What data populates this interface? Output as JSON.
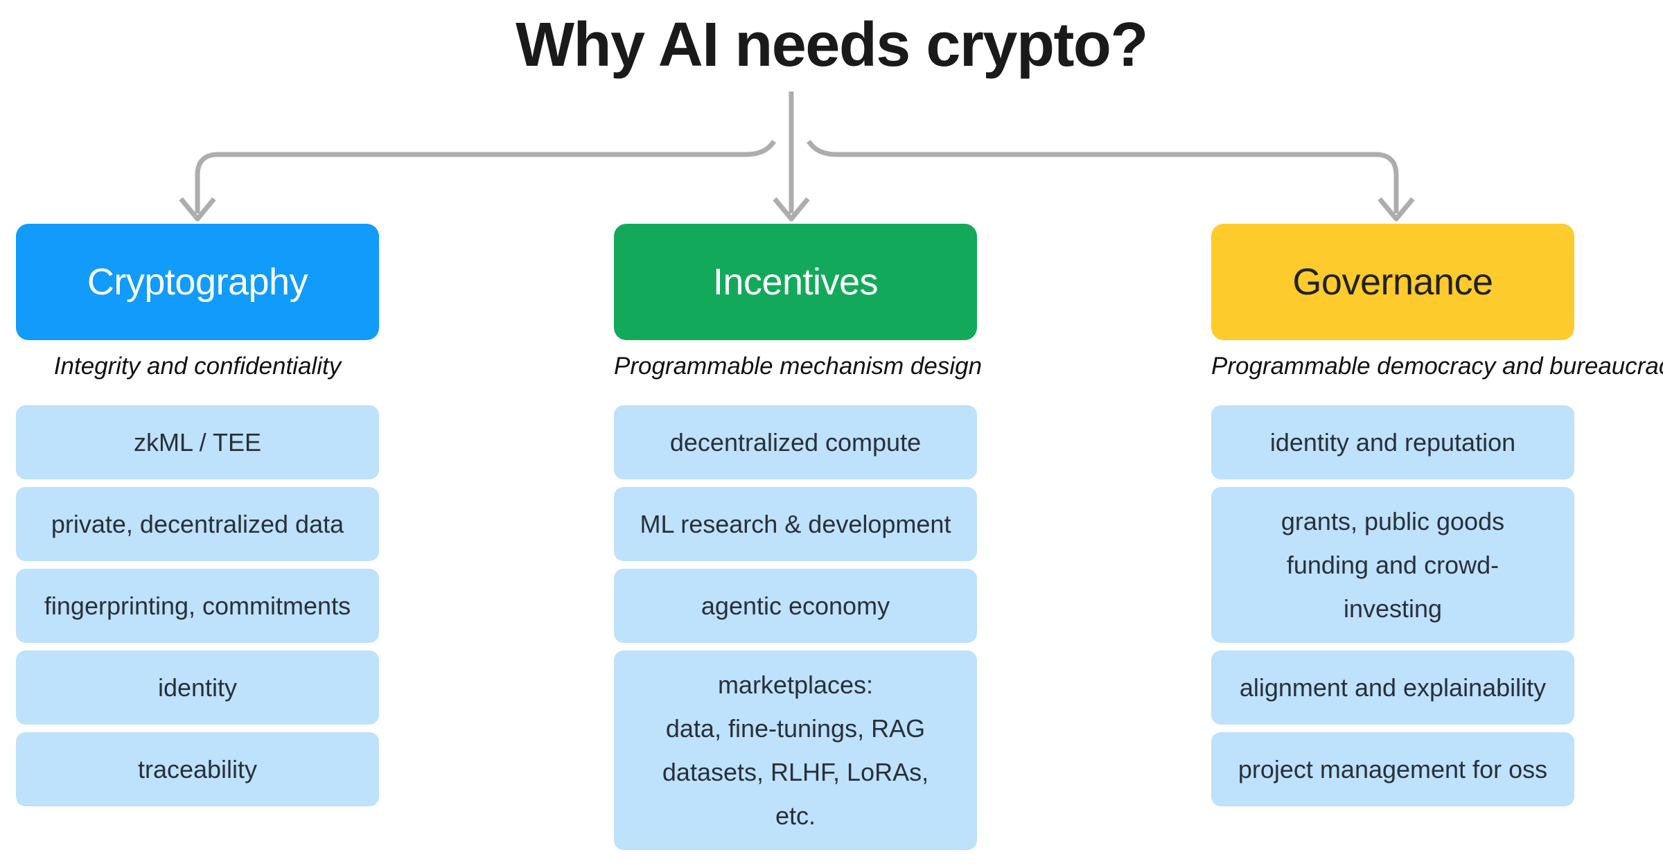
{
  "title": "Why AI needs crypto?",
  "columns": [
    {
      "name": "Cryptography",
      "header_color": "#119bfa",
      "header_text_color": "#ffffff",
      "subtitle": "Integrity and confidentiality",
      "items": [
        "zkML / TEE",
        "private, decentralized data",
        "fingerprinting, commitments",
        "identity",
        "traceability"
      ]
    },
    {
      "name": "Incentives",
      "header_color": "#12a95b",
      "header_text_color": "#ffffff",
      "subtitle": "Programmable mechanism design",
      "items": [
        "decentralized compute",
        "ML research & development",
        "agentic economy",
        "marketplaces:\ndata, fine-tunings, RAG\ndatasets, RLHF, LoRAs,\netc."
      ]
    },
    {
      "name": "Governance",
      "header_color": "#fdcb2b",
      "header_text_color": "#212121",
      "subtitle": "Programmable democracy and bureaucracy",
      "items": [
        "identity and reputation",
        "grants, public goods\nfunding and crowd-\ninvesting",
        "alignment and explainability",
        "project management for oss"
      ]
    }
  ],
  "colors": {
    "background": "#ffffff",
    "item_background": "#bee1fc",
    "item_text": "#283038",
    "arrow": "#adadad",
    "title_text": "#1a1a1a"
  }
}
